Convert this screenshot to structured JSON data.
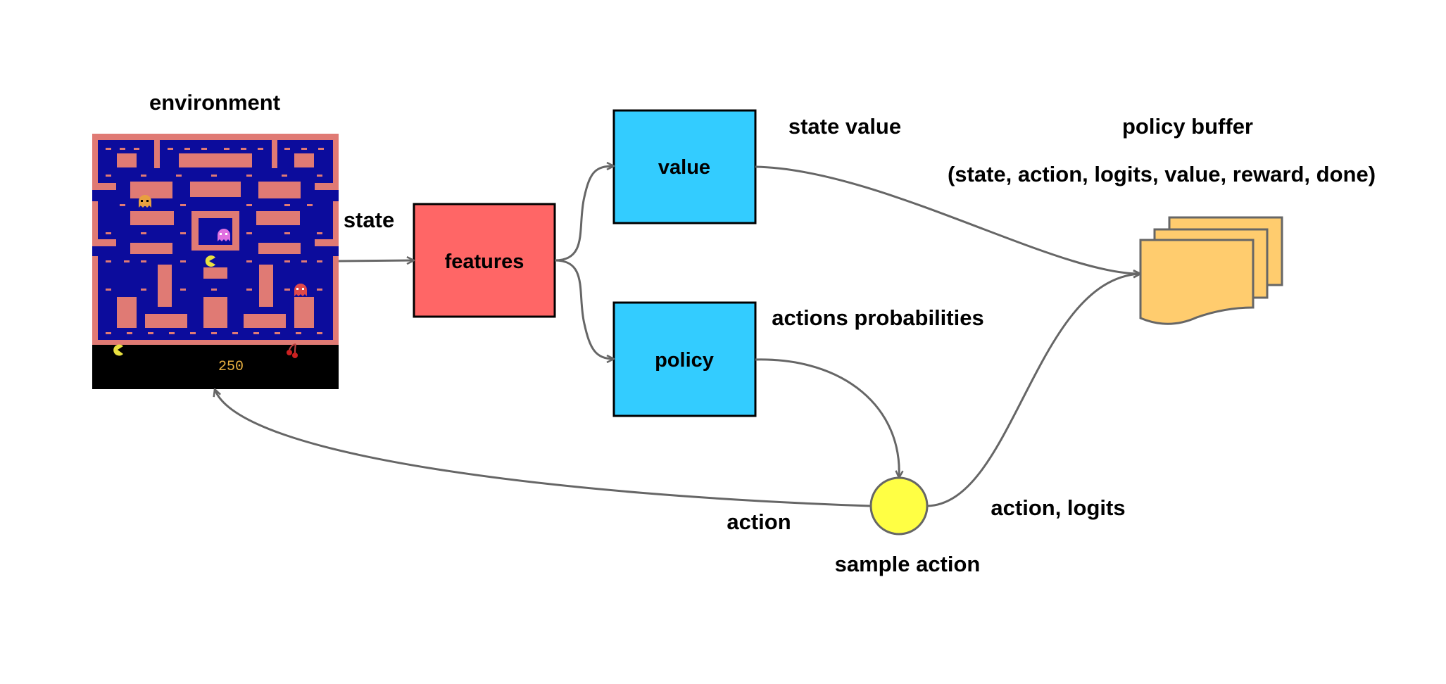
{
  "labels": {
    "environment": "environment",
    "state": "state",
    "features": "features",
    "value": "value",
    "policy": "policy",
    "state_value": "state value",
    "actions_probabilities": "actions probabilities",
    "policy_buffer": "policy buffer",
    "buffer_tuple": "(state, action, logits, value, reward, done)",
    "action": "action",
    "action_logits": "action, logits",
    "sample_action": "sample action"
  },
  "game": {
    "score": "250"
  },
  "colors": {
    "features_fill": "#ff6666",
    "network_fill": "#33ccff",
    "sample_fill": "#ffff44",
    "buffer_fill": "#ffcc6e",
    "edge": "#666666",
    "maze_blue": "#0c0c9c",
    "maze_wall": "#e07a74",
    "score_color": "#e8b040"
  },
  "icons": {
    "environment": "ms-pacman-game-screen-icon",
    "buffer": "stacked-documents-icon"
  }
}
